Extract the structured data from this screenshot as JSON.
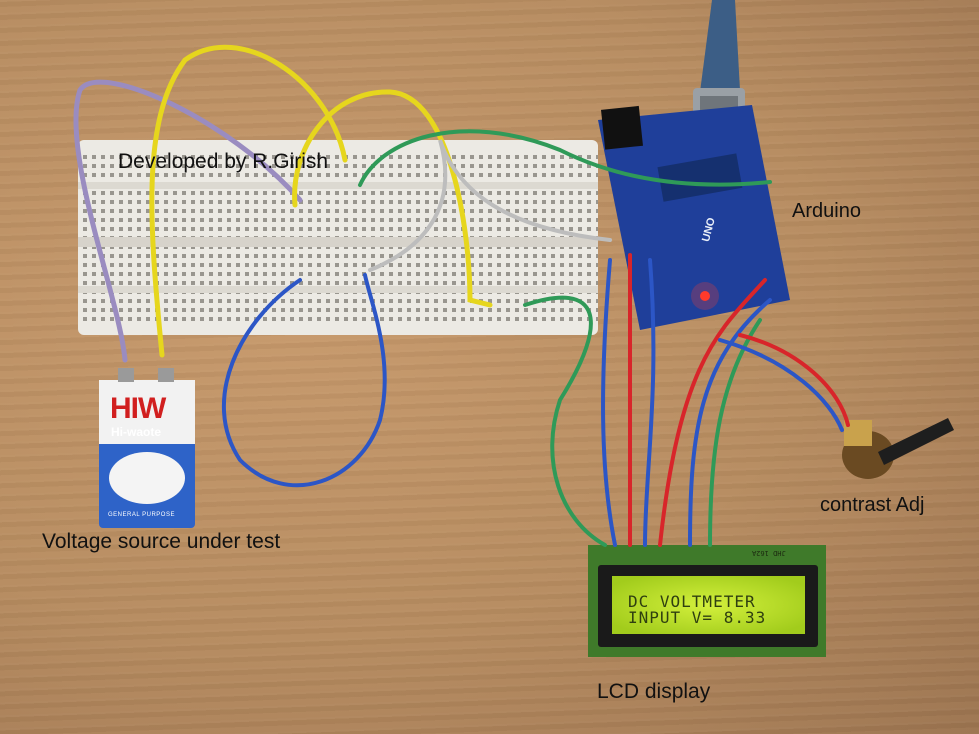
{
  "captions": {
    "developer": "Developed by R.Girish",
    "arduino": "Arduino",
    "voltage_source": "Voltage source under test",
    "contrast": "contrast Adj",
    "lcd": "LCD display"
  },
  "lcd_screen": {
    "line1": "DC VOLTMETER",
    "line2": "INPUT V= 8.33"
  },
  "battery": {
    "brand": "HIW",
    "model": "Hi-waote",
    "footer": "GENERAL PURPOSE"
  },
  "lcd_module_label": "JHD 162A",
  "board_label": "UNO",
  "colors": {
    "table": "#b58a5e",
    "breadboard": "#eceae4",
    "arduino_pcb": "#1f3f9a",
    "lcd_backlight": "#b9e22a",
    "wire_yellow": "#e6d61d",
    "wire_green": "#2f9a58",
    "wire_blue": "#2c56c6",
    "wire_purple": "#9a8cc0",
    "wire_red": "#d8252a",
    "wire_gray": "#bdbdbd"
  }
}
